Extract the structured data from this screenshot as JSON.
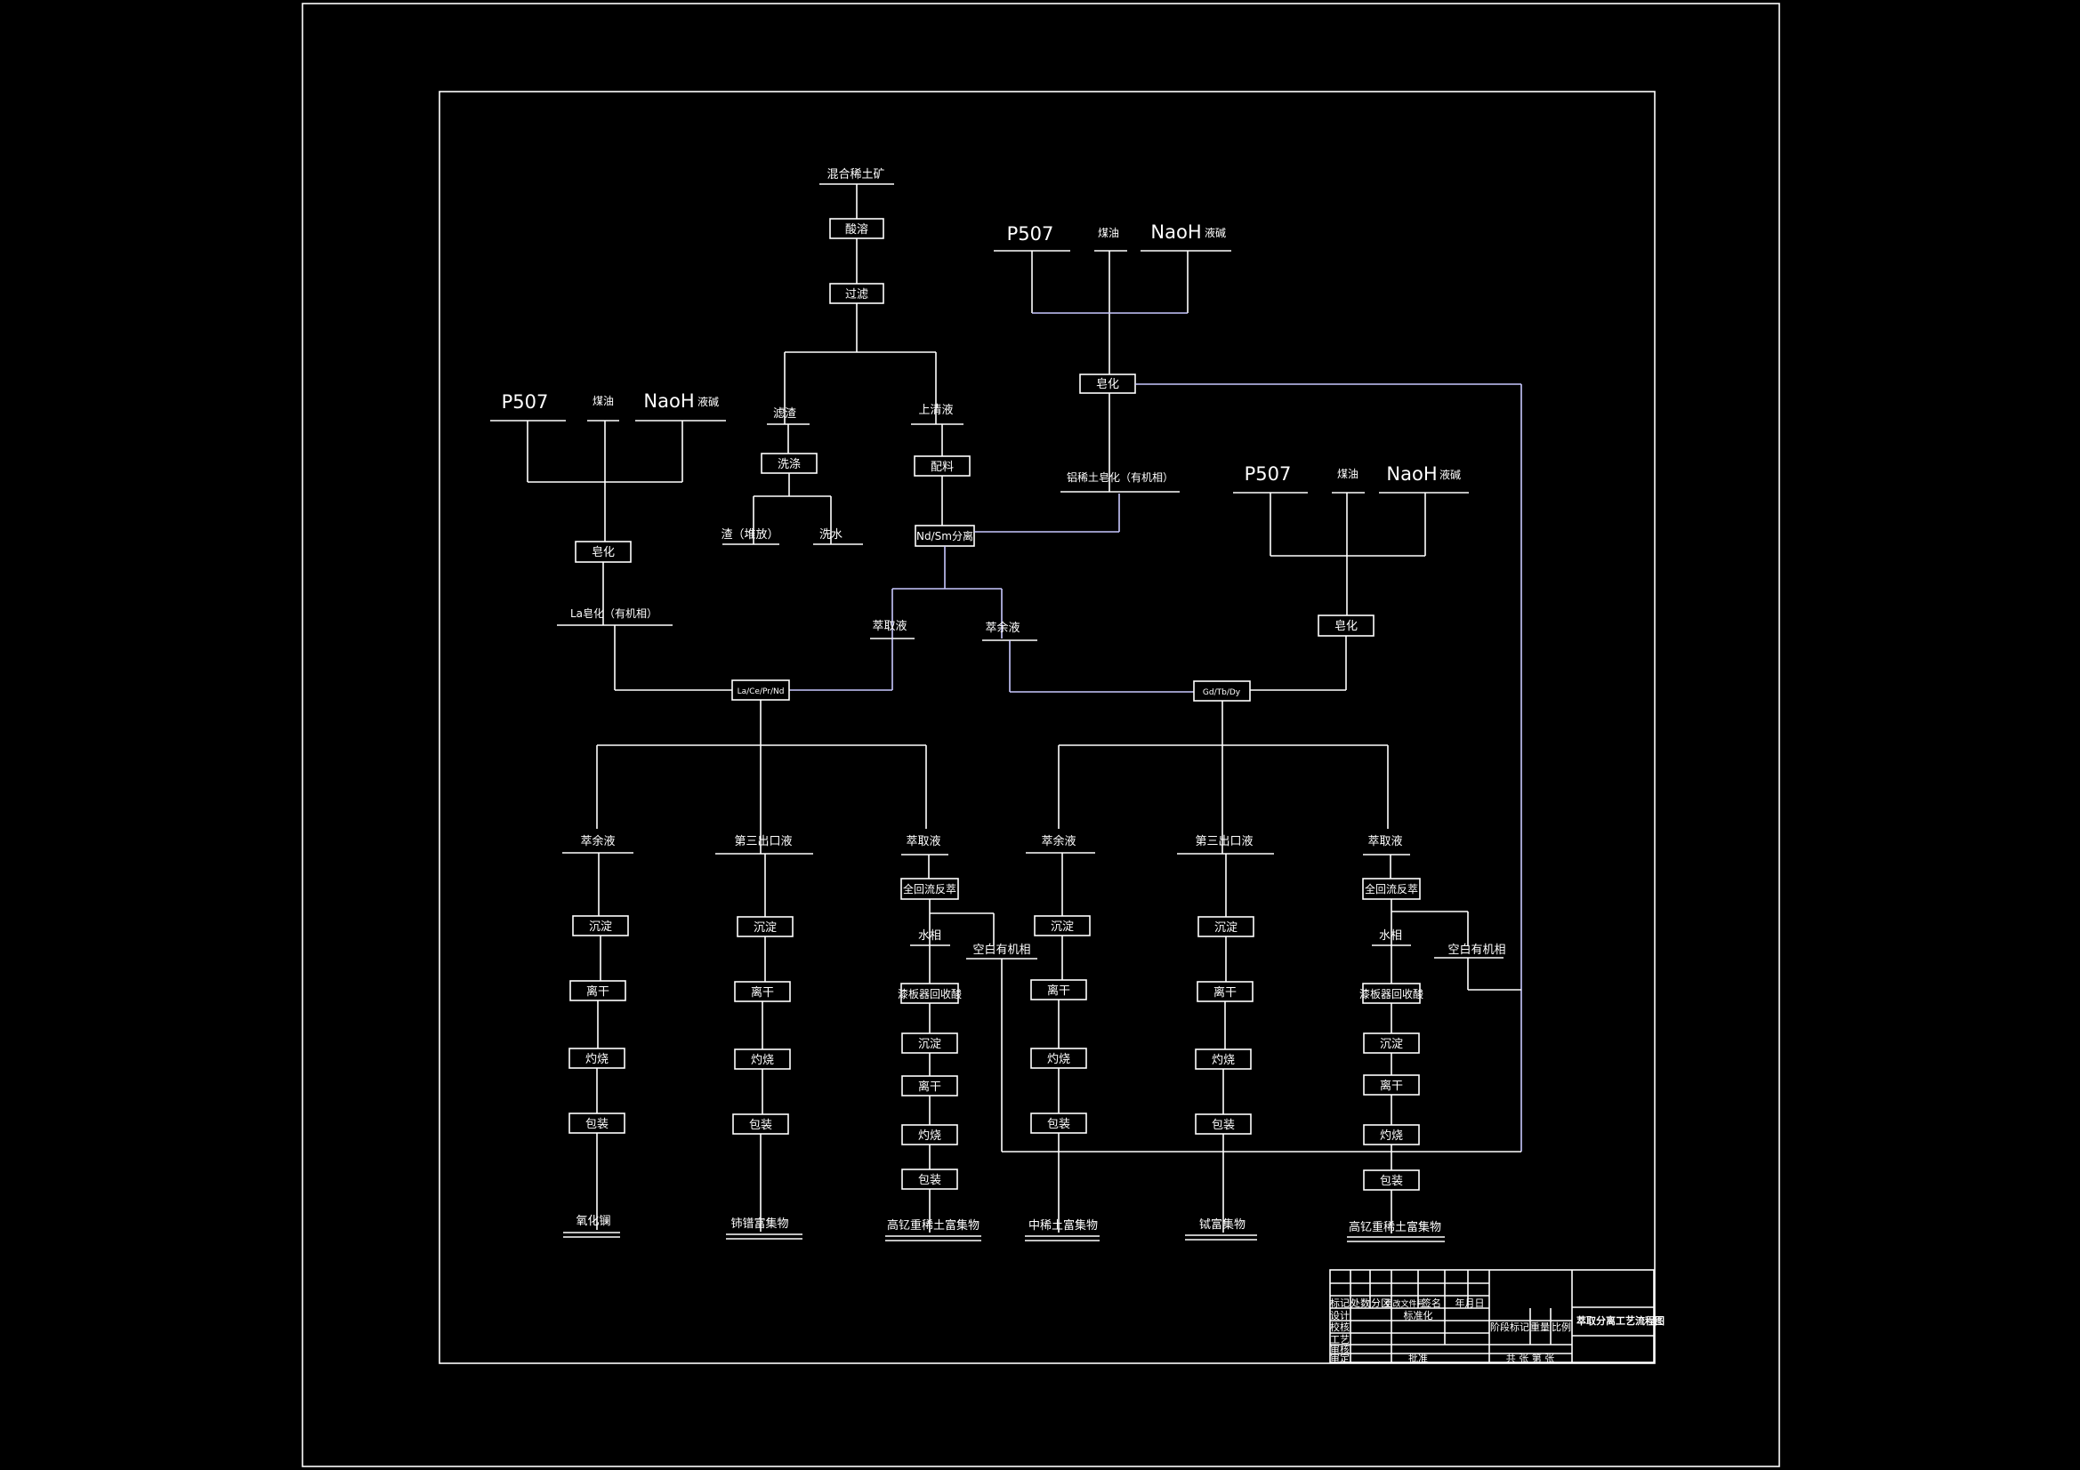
{
  "colors": {
    "background": "#000000",
    "lines": "#ffffff",
    "connectors": "#c8c8ff"
  },
  "feed": {
    "ore": "混合稀土矿",
    "acid": "酸溶",
    "filter": "过滤",
    "residue": "滤渣",
    "wash": "洗涤",
    "slag": "渣（堆放）",
    "washwater": "洗水",
    "supernatant": "上清液",
    "prep": "配料",
    "split": "Nd/Sm分离"
  },
  "reagents": {
    "p507": "P507",
    "kerosene": "煤油",
    "naoh": "NaoH",
    "naoh_suffix": "液碱",
    "saponify": "皂化"
  },
  "left": {
    "la_soap": "La皂化（有机相）",
    "node": "La/Ce/Pr/Nd"
  },
  "right": {
    "loaded": "铝稀土皂化（有机相）",
    "node": "Gd/Tb/Dy"
  },
  "mid": {
    "extract": "萃取液",
    "raffinate": "萃余液"
  },
  "columns": {
    "raffinate": "萃余液",
    "third_outlet": "第三出口液",
    "extract": "萃取液",
    "reflux": "全回流反萃",
    "aqueous": "水相",
    "blank_org": "空白有机相",
    "recovery": "漆板器回收酸",
    "precip": "沉淀",
    "dry": "离干",
    "calcine": "灼烧",
    "pack": "包装"
  },
  "products": {
    "p1": "氧化镧",
    "p2": "铈镨富集物",
    "p3": "高钇重稀土富集物",
    "p4": "中稀土富集物",
    "p5": "铽富集物",
    "p6": "高钇重稀土富集物"
  },
  "title_block": {
    "title": "萃取分离工艺流程图",
    "r1": [
      "标记",
      "处数",
      "分区",
      "更改文件号",
      "签名",
      "年月日"
    ],
    "r2": [
      "设计",
      "标准化",
      "阶段标记",
      "重量",
      "比例"
    ],
    "r3": [
      "校核",
      "工艺"
    ],
    "r4": [
      "审核"
    ],
    "r5": [
      "审定",
      "批准",
      "共 张 第 张"
    ]
  }
}
